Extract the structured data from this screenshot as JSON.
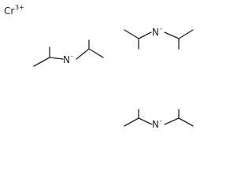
{
  "cation": {
    "symbol": "Cr",
    "charge": "3+"
  },
  "anions": [
    {
      "symbol": "N",
      "charge": "-"
    },
    {
      "symbol": "N",
      "charge": "-"
    },
    {
      "symbol": "N",
      "charge": "-"
    }
  ],
  "colors": {
    "bond": "#222222",
    "text": "#222222",
    "background": "#ffffff"
  }
}
